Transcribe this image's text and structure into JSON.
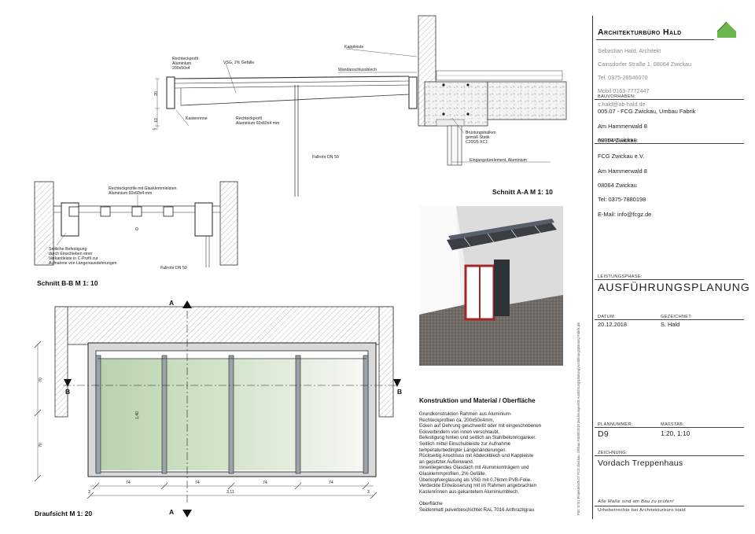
{
  "title_block": {
    "firm": "Architekturbüro Hald",
    "address_lines": [
      "Sebastian Hald, Architekt",
      "Cainsdorfer Straße 1, 08064 Zwickau",
      "Tel. 0375-28546070",
      "Mobil 0163-7772447",
      "s.hald@ab-hald.de"
    ],
    "bauvorhaben_label": "BAUVORHABEN:",
    "bauvorhaben_lines": [
      "005.07 - FCG Zwickau, Umbau Fabrik",
      "Am Hammerwald 8",
      "08064 Zwickau"
    ],
    "auftraggeber_label": "AUFTRAGGEBER:",
    "auftraggeber_lines": [
      "FCG Zwickau e.V.",
      "Am Hammerwald 8",
      "08064 Zwickau",
      "Tel: 0375-7880198",
      "E-Mail: info@fcgz.de"
    ],
    "leistungsphase_label": "LEISTUNGSPHASE:",
    "leistungsphase": "AUSFÜHRUNGSPLANUNG",
    "datum_label": "DATUM:",
    "datum": "20.12.2018",
    "gezeichnet_label": "GEZEICHNET:",
    "gezeichnet": "S. Hald",
    "plannummer_label": "PLANNUMMER:",
    "plannummer": "D9",
    "massstab_label": "MAßSTAB:",
    "massstab": "1:20, 1:10",
    "zeichnung_label": "ZEICHNUNG:",
    "zeichnung": "Vordach Treppenhaus",
    "note1": "Alle Maße sind am Bau zu prüfen!",
    "note2": "Urheberrechte bei Architekturbüro Hald",
    "vertical_path": "Plot: D:\\01 Projekte\\005.07 FCG Zwickau, Umbau Fabrik\\2018 Zeichnungen\\05 Ausführungsplanung\\Ausführungsplanung Fabrik.pln"
  },
  "section_aa": {
    "title": "Schnitt A-A  M 1: 10",
    "labels": {
      "rechteckprofil1": "Rechteckprofil\nAluminium\n200x50x4",
      "vsg": "VSG, 2% Gefälle",
      "kappleiste": "Kappleiste",
      "wandanschlussblech": "Wandanschlussblech",
      "kastenrinne": "Kastenrinne",
      "rechteckprofil2": "Rechteckprofil\nAluminium 60x60x4 mm",
      "fallrohr": "Fallrohr DN 50",
      "bruestungsbalken": "Brüstungsbalken\ngemäß Statik\nC20/25 XC1",
      "eingangstuer": "Eingangstürelement, Aluminium",
      "dim20": "20",
      "dim10": "10",
      "dim5": "5"
    }
  },
  "section_bb": {
    "title": "Schnitt B-B  M 1: 10",
    "labels": {
      "rechteckprofile": "Rechteckprofile mit Glasklemmleisten\nAluminium 60x60x4 mm",
      "befestigung": "Seitliche Befestigung\ndurch Einschieben einer\nVerkantleiste in C-Profil zur\nAufnahme von Längenausdehnungen",
      "fallrohr": "Fallrohr DN 50"
    }
  },
  "plan": {
    "title": "Draufsicht  M 1: 20",
    "marker_a": "A",
    "marker_b": "B",
    "dim_vert_top": "70",
    "dim_vert_bottom": "70",
    "dim_glass": "1,40",
    "dims_bottom": [
      "74",
      "74",
      "74",
      "74"
    ],
    "dim_total": "3,11",
    "dim_side": "3"
  },
  "description": {
    "heading": "Konstruktion und Material / Oberfläche",
    "body": "Grundkonstruktion Rahmen aus Aluminium-\nRechteckprofilen ca. 200x50x4mm,\nEcken auf Gehrung geschweißt oder mit eingeschobenen\nEckverbindern von innen verschraubt.\nBefestigung hinten und seitlich an Stahlbetonringanker.\nSeitlich mittel Einschubleiste zur Aufnahme\ntemperaturbedingter Längenänderungen.\nRückseitig Anschluss mit Abdeckblech und Kappleiste\nan geputzter Außenwand.\nInnenliegendes Glasdach mit Aluminiumträgern und\nGlasklemmprofilen, 2% Gefälle.\nÜberkopfverglasung als VSG mit 0,76mm PVB-Folie.\nVerdeckte Entwässerung mit im Rahmen angebrachten\nKastenrinnen aus gekantetem Aluminiumblech.",
    "surface_label": "Oberfläche",
    "surface": "Seidenmatt pulverbeschichtet RAL 7016 Anthrazitgrau"
  },
  "colors": {
    "glass": "#cfe0c8",
    "frame_red": "#a3262a",
    "logo_green": "#6bb64a",
    "anthracite": "#3b3e42"
  }
}
